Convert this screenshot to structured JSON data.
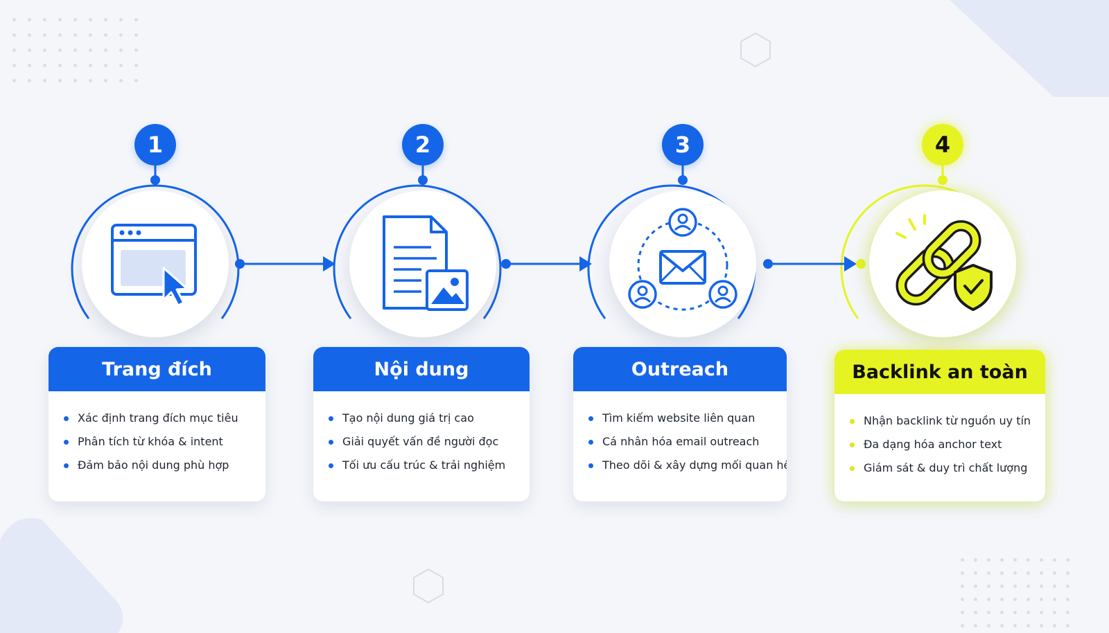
{
  "steps": [
    {
      "number": "1",
      "title": "Trang đích",
      "icon": "browser-cursor-icon",
      "bullets": [
        "Xác định trang đích mục tiêu",
        "Phân tích từ khóa & intent",
        "Đảm bảo nội dung phù hợp"
      ]
    },
    {
      "number": "2",
      "title": "Nội dung",
      "icon": "document-image-icon",
      "bullets": [
        "Tạo nội dung giá trị cao",
        "Giải quyết vấn đề người đọc",
        "Tối ưu cấu trúc & trải nghiệm"
      ]
    },
    {
      "number": "3",
      "title": "Outreach",
      "icon": "network-mail-icon",
      "bullets": [
        "Tìm kiếm website liên quan",
        "Cá nhân hóa email outreach",
        "Theo dõi & xây dựng mối quan hệ"
      ]
    },
    {
      "number": "4",
      "title": "Backlink an toàn",
      "icon": "link-shield-icon",
      "bullets": [
        "Nhận backlink từ nguồn uy tín",
        "Đa dạng hóa anchor text",
        "Giám sát & duy trì chất lượng"
      ]
    }
  ],
  "colors": {
    "primary_blue": "#1565e8",
    "highlight_yellow": "#e6f322",
    "background": "#f4f6fa"
  }
}
